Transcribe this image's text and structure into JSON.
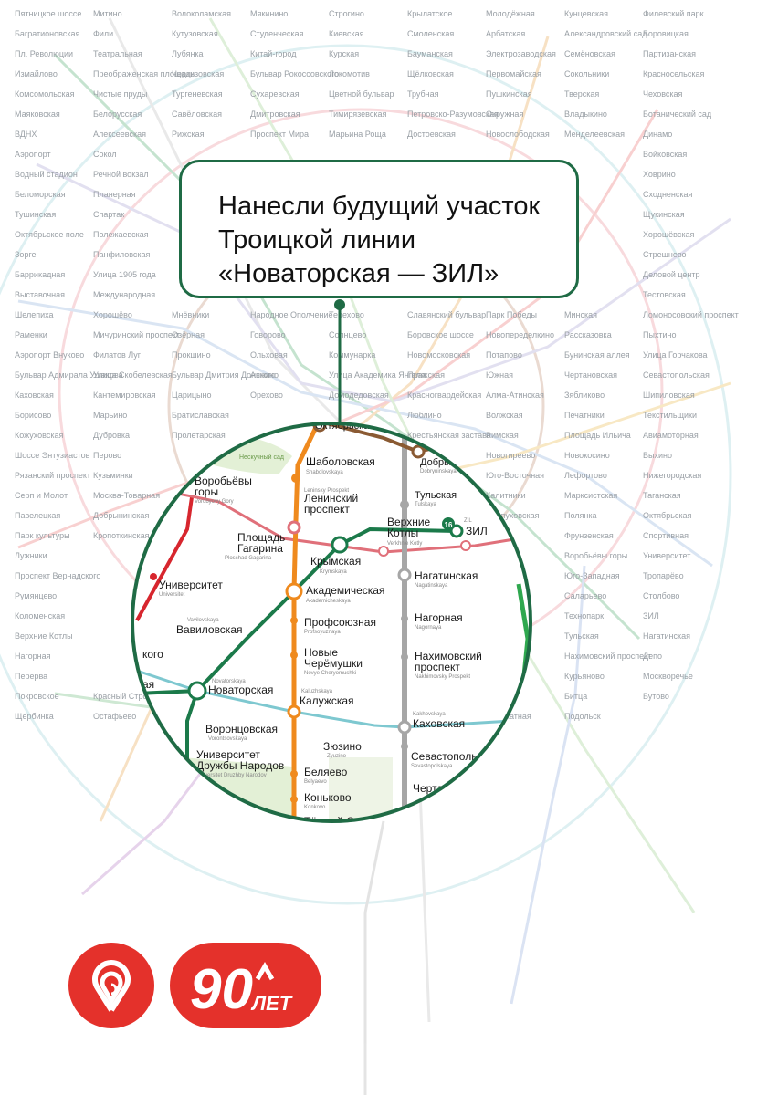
{
  "callout": {
    "lines": [
      "Нанесли будущий участок",
      "Троицкой линии",
      "«Новаторская — ЗИЛ»"
    ]
  },
  "colors": {
    "callout_border": "#1f6b45",
    "troitskaya_line": "#1b7a4a",
    "kaluzhsko_rizhskaya": "#ef8a1e",
    "serpukhovsko_timiryazevskaya": "#a6a6a6",
    "bkl": "#7ec8d0",
    "sokolnicheskaya": "#d7262e",
    "mck": "#e0707a",
    "logo_red": "#e4312b"
  },
  "background_labels": [
    "Пятницкое шоссе",
    "Митино",
    "Волоколамская",
    "Мякинино",
    "Строгино",
    "Крылатское",
    "Молодёжная",
    "Кунцевская",
    "Филевский парк",
    "Багратионовская",
    "Фили",
    "Кутузовская",
    "Студенческая",
    "Киевская",
    "Смоленская",
    "Арбатская",
    "Александровский сад",
    "Боровицкая",
    "Пл. Революции",
    "Театральная",
    "Лубянка",
    "Китай-город",
    "Курская",
    "Бауманская",
    "Электрозаводская",
    "Семёновская",
    "Партизанская",
    "Измайлово",
    "Преображенская площадь",
    "Черкизовская",
    "Бульвар Рокоссовского",
    "Локомотив",
    "Щёлковская",
    "Первомайская",
    "Сокольники",
    "Красносельская",
    "Комсомольская",
    "Чистые пруды",
    "Тургеневская",
    "Сухаревская",
    "Цветной бульвар",
    "Трубная",
    "Пушкинская",
    "Тверская",
    "Чеховская",
    "Маяковская",
    "Белорусская",
    "Савёловская",
    "Дмитровская",
    "Тимирязевская",
    "Петровско-Разумовская",
    "Окружная",
    "Владыкино",
    "Ботанический сад",
    "ВДНХ",
    "Алексеевская",
    "Рижская",
    "Проспект Мира",
    "Марьина Роща",
    "Достоевская",
    "Новослободская",
    "Менделеевская",
    "Динамо",
    "Аэропорт",
    "Сокол",
    "Войковская",
    "Водный стадион",
    "Речной вокзал",
    "Ховрино",
    "Беломорская",
    "Планерная",
    "Сходненская",
    "Тушинская",
    "Спартак",
    "Щукинская",
    "Октябрьское поле",
    "Полежаевская",
    "Хорошёвская",
    "Зорге",
    "Панфиловская",
    "Стрешнево",
    "Баррикадная",
    "Улица 1905 года",
    "Деловой центр",
    "Выставочная",
    "Международная",
    "Тестовская",
    "Шелепиха",
    "Хорошёво",
    "Мнёвники",
    "Народное Ополчение",
    "Терехово",
    "Славянский бульвар",
    "Парк Победы",
    "Минская",
    "Ломоносовский проспект",
    "Раменки",
    "Мичуринский проспект",
    "Озёрная",
    "Говорово",
    "Солнцево",
    "Боровское шоссе",
    "Новопеределкино",
    "Рассказовка",
    "Пыхтино",
    "Аэропорт Внуково",
    "Филатов Луг",
    "Прокшино",
    "Ольховая",
    "Коммунарка",
    "Новомосковская",
    "Потапово",
    "Бунинская аллея",
    "Улица Горчакова",
    "Бульвар Адмирала Ушакова",
    "Улица Скобелевская",
    "Бульвар Дмитрия Донского",
    "Аннино",
    "Улица Академика Янгеля",
    "Пражская",
    "Южная",
    "Чертановская",
    "Севастопольская",
    "Каховская",
    "Кантемировская",
    "Царицыно",
    "Орехово",
    "Домодедовская",
    "Красногвардейская",
    "Алма-Атинская",
    "Зябликово",
    "Шипиловская",
    "Борисово",
    "Марьино",
    "Братиславская",
    "Люблино",
    "Волжская",
    "Печатники",
    "Текстильщики",
    "Кожуховская",
    "Дубровка",
    "Пролетарская",
    "Крестьянская застава",
    "Римская",
    "Площадь Ильича",
    "Авиамоторная",
    "Шоссе Энтузиастов",
    "Перово",
    "Новогиреево",
    "Новокосино",
    "Выхино",
    "Рязанский проспект",
    "Кузьминки",
    "Юго-Восточная",
    "Лефортово",
    "Нижегородская",
    "Серп и Молот",
    "Москва-Товарная",
    "Калитники",
    "Марксистская",
    "Таганская",
    "Павелецкая",
    "Добрынинская",
    "Серпуховская",
    "Полянка",
    "Октябрьская",
    "Парк культуры",
    "Кропоткинская",
    "Фрунзенская",
    "Спортивная",
    "Лужники",
    "Воробьёвы горы",
    "Университет",
    "Проспект Вернадского",
    "Юго-Западная",
    "Тропарёво",
    "Румянцево",
    "Саларьево",
    "Столбово",
    "Коломенская",
    "Технопарк",
    "ЗИЛ",
    "Верхние Котлы",
    "Тульская",
    "Нагатинская",
    "Нагорная",
    "Нахимовский проспект",
    "Депо",
    "Перерва",
    "Курьяново",
    "Москворечье",
    "Покровское",
    "Красный Строитель",
    "Битца",
    "Бутово",
    "Щербинка",
    "Остафьево",
    "Силикатная",
    "Подольск"
  ],
  "stations": {
    "oktyabrskaya": "Октябрьская",
    "dobryninskaya": "Добрынинская",
    "dobryninskaya_lat": "Dobryninskaya",
    "shabolovskaya": "Шаболовская",
    "shabolovskaya_lat": "Shabolovskaya",
    "leninsky_lat": "Leninsky Prospekt",
    "leninsky_1": "Ленинский",
    "leninsky_2": "проспект",
    "tulskaya": "Тульская",
    "tulskaya_lat": "Tulskaya",
    "vorobyovy_1": "Воробьёвы",
    "vorobyovy_2": "горы",
    "vorobyovy_lat": "Vorobyovy Gory",
    "neskuchny": "Нескучный сад",
    "verkhnie_1": "Верхние",
    "verkhnie_2": "Котлы",
    "verkhnie_lat": "Verkhnie Kotly",
    "line_number": "16",
    "zil_lat": "ZIL",
    "zil": "ЗИЛ",
    "gagarina_1": "Площадь",
    "gagarina_2": "Гагарина",
    "gagarina_lat": "Ploschad Gagarina",
    "krymskaya": "Крымская",
    "krymskaya_lat": "Krymskaya",
    "nagatinskaya": "Нагатинская",
    "nagatinskaya_lat": "Nagatinskaya",
    "universitet": "Университет",
    "universitet_lat": "Universitet",
    "akademicheskaya": "Академическая",
    "akademicheskaya_lat": "Akademicheskaya",
    "vavilovskaya_lat": "Vavilovskaya",
    "vavilovskaya": "Вавиловская",
    "profsoyuznaya": "Профсоюзная",
    "profsoyuznaya_lat": "Profsoyuznaya",
    "nagornaya": "Нагорная",
    "nagornaya_lat": "Nagornaya",
    "cheryomushki_1": "Новые",
    "cheryomushki_2": "Черёмушки",
    "cheryomushki_lat": "Novye Cheryomushki",
    "nakhimovsky_1": "Нахимовский",
    "nakhimovsky_2": "проспект",
    "nakhimovsky_lat": "Nakhimovsky Prospekt",
    "novatorskaya_lat": "Novatorskaya",
    "novatorskaya": "Новаторская",
    "kaluzhskaya_lat": "Kaluzhskaya",
    "kaluzhskaya": "Калужская",
    "kakhovskaya_lat": "Kakhovskaya",
    "kakhovskaya": "Каховская",
    "vorontsovskaya": "Воронцовская",
    "vorontsovskaya_lat": "Vorontsovskaya",
    "zyuzino": "Зюзино",
    "zyuzino_lat": "Zyuzino",
    "sevastopolskaya": "Севастопольская",
    "sevastopolskaya_lat": "Sevastopolskaya",
    "rudn_1": "Университет",
    "rudn_2": "Дружбы Народов",
    "rudn_lat": "Universitet Druzhby Narodov",
    "belyaevo": "Беляево",
    "belyaevo_lat": "Belyaevo",
    "konkovo": "Коньково",
    "konkovo_lat": "Konkovo",
    "chertanovskaya": "Черта",
    "teply_stan": "Тёплый Стан",
    "ligovsky_fragment": "кого",
    "fragment_aya": "ая"
  },
  "logos": {
    "anniversary_number": "90",
    "anniversary_word": "ЛЕТ"
  }
}
